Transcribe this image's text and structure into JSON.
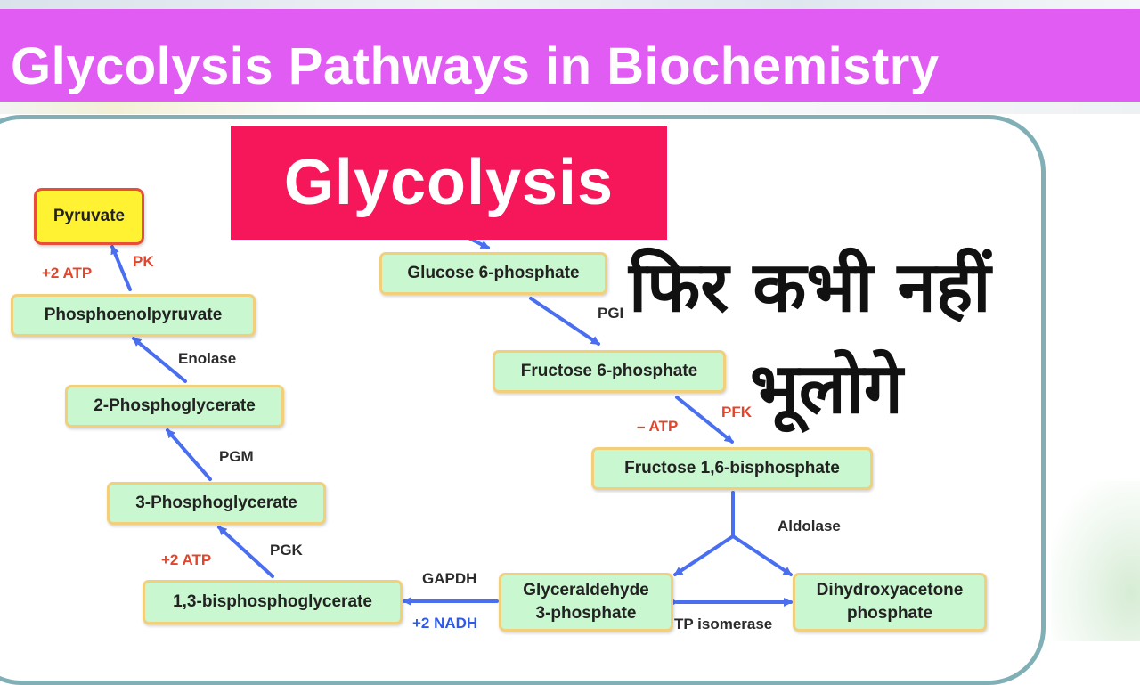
{
  "banner": {
    "title": "Glycolysis Pathways in Biochemistry"
  },
  "diagram": {
    "heading": "Glycolysis",
    "hindi_line1": "फिर कभी नहीं",
    "hindi_line2": "भूलोगे",
    "nodes": {
      "pyruvate": "Pyruvate",
      "phosphoenolpyruvate": "Phosphoenolpyruvate",
      "phosphoglycerate_2": "2-Phosphoglycerate",
      "phosphoglycerate_3": "3-Phosphoglycerate",
      "bisphosphoglycerate": "1,3-bisphosphoglycerate",
      "glucose6p": "Glucose 6-phosphate",
      "fructose6p": "Fructose 6-phosphate",
      "fructose16bp": "Fructose 1,6-bisphosphate",
      "g3p_line1": "Glyceraldehyde",
      "g3p_line2": "3-phosphate",
      "dhap_line1": "Dihydroxyacetone",
      "dhap_line2": "phosphate"
    },
    "enzymes": {
      "pk": "PK",
      "enolase": "Enolase",
      "pgm": "PGM",
      "pgk": "PGK",
      "gapdh": "GAPDH",
      "pgi": "PGI",
      "pfk": "PFK",
      "aldolase": "Aldolase",
      "tp_isomerase": "TP isomerase"
    },
    "energy": {
      "atp_pk": "+2 ATP",
      "atp_pgk": "+2 ATP",
      "atp_pfk": "– ATP",
      "nadh": "+2 NADH"
    },
    "colors": {
      "banner": "#e05cf2",
      "heading_bg": "#f5175a",
      "node_fill": "#c9f7cf",
      "node_border": "#f2cf7a",
      "pyruvate_fill": "#fff233",
      "pyruvate_border": "#e84f3a",
      "arrow": "#4a6ef0",
      "energy_red": "#e2452b",
      "energy_blue": "#2f5ae8",
      "panel_border": "#80afb6"
    }
  }
}
